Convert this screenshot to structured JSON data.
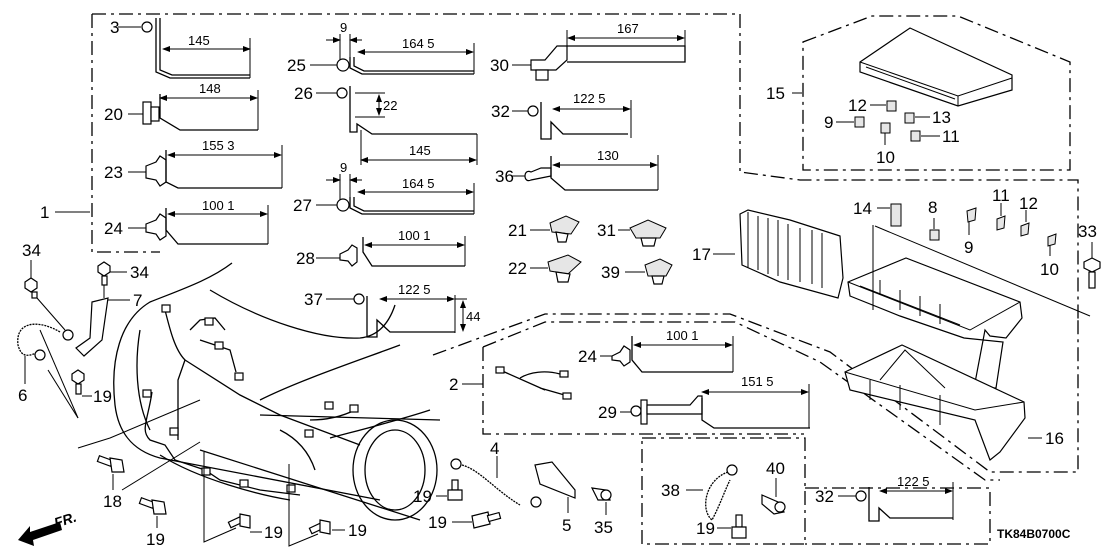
{
  "diagram": {
    "title_code": "TK84B0700C",
    "direction_label": "FR.",
    "callouts": {
      "c1": "1",
      "c2": "2",
      "c3": "3",
      "c4": "4",
      "c5": "5",
      "c6": "6",
      "c7": "7",
      "c8": "8",
      "c9a": "9",
      "c9b": "9",
      "c10a": "10",
      "c10b": "10",
      "c11a": "11",
      "c11b": "11",
      "c12a": "12",
      "c12b": "12",
      "c13": "13",
      "c14": "14",
      "c15": "15",
      "c16": "16",
      "c17": "17",
      "c18": "18",
      "c19a": "19",
      "c19b": "19",
      "c19c": "19",
      "c19d": "19",
      "c19e": "19",
      "c19f": "19",
      "c19g": "19",
      "c20": "20",
      "c21": "21",
      "c22": "22",
      "c23": "23",
      "c24a": "24",
      "c24b": "24",
      "c25": "25",
      "c26": "26",
      "c27": "27",
      "c28": "28",
      "c29": "29",
      "c30": "30",
      "c31": "31",
      "c32a": "32",
      "c32b": "32",
      "c33": "33",
      "c34a": "34",
      "c34b": "34",
      "c35": "35",
      "c36": "36",
      "c37": "37",
      "c38": "38",
      "c39": "39",
      "c40": "40"
    },
    "dimensions": {
      "d3": "145",
      "d20": "148",
      "d23": "155 3",
      "d24a": "100 1",
      "d25_w": "9",
      "d25": "164 5",
      "d26_h": "22",
      "d26": "145",
      "d27_w": "9",
      "d27": "164 5",
      "d28": "100 1",
      "d37": "122 5",
      "d37_h": "44",
      "d30": "167",
      "d32a": "122 5",
      "d36": "130",
      "d24b": "100 1",
      "d29": "151 5",
      "d32b": "122 5"
    }
  }
}
